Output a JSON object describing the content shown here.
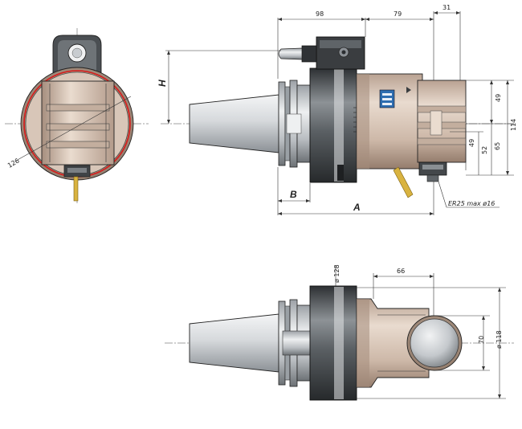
{
  "colors": {
    "steel_light": "#e4e6e8",
    "steel_mid": "#b4b8bc",
    "steel_dark": "#5f6468",
    "housing": "#d2bfb0",
    "housing_dark": "#a48c7c",
    "collar": "#3e4144",
    "red_circle": "#d81a1a",
    "gold": "#d9b340",
    "logo_blue": "#2e6db0"
  },
  "front_view": {
    "dimensions": {
      "diameter_label": "126"
    }
  },
  "side_view": {
    "dimensions": {
      "top_98": "98",
      "top_79": "79",
      "top_31": "31",
      "h_label": "H",
      "b_label": "B",
      "a_label": "A",
      "right_49_upper": "49",
      "right_114": "114",
      "right_49_lower": "49",
      "right_52": "52",
      "right_65": "65"
    },
    "collet_note": "ER25 max ø16"
  },
  "top_view": {
    "dimensions": {
      "dia_128": "ø 128",
      "width_66": "66",
      "height_70": "70",
      "dia_118": "ø 118"
    }
  },
  "icons": [
    "logo-badge-icon",
    "arrow-icon",
    "angle-scale-icon"
  ]
}
